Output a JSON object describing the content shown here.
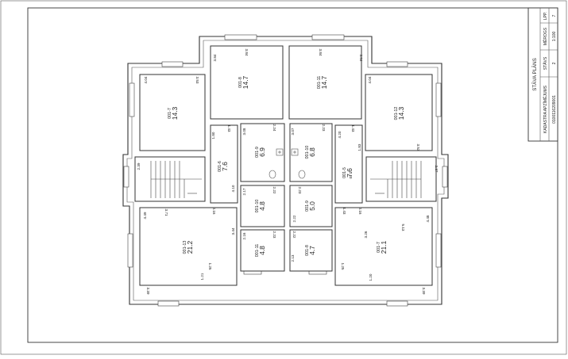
{
  "title_block": {
    "title": "STĀVA PLĀNS",
    "kadastra_label": "KADASTRA APZĪMĒJUMS",
    "stavs_label": "STĀVS",
    "merogs_label": "MĒROGS",
    "lpp_label": "LPP.",
    "kadastra_value": "0100116209001",
    "stavs_value": "2",
    "merogs_value": "1:100",
    "lpp_value": "7"
  },
  "rooms": [
    {
      "id": "001-7",
      "area": "14.3"
    },
    {
      "id": "001-8",
      "area": "14.7"
    },
    {
      "id": "001-11",
      "area": "14.7"
    },
    {
      "id": "001-12",
      "area": "14.3"
    },
    {
      "id": "001-6",
      "area": "7.6"
    },
    {
      "id": "001-9",
      "area": "6.9"
    },
    {
      "id": "001-10",
      "area": "6.8"
    },
    {
      "id": "001-5",
      "area": "7.6"
    },
    {
      "id": "001-10",
      "area": "4.8"
    },
    {
      "id": "001-9",
      "area": "5.0"
    },
    {
      "id": "001-13",
      "area": "21.2"
    },
    {
      "id": "001-11",
      "area": "4.8"
    },
    {
      "id": "001-8",
      "area": "4.7"
    },
    {
      "id": "001-7",
      "area": "21.1"
    }
  ],
  "dims": [
    "4.04",
    "3.53",
    "3.84",
    "3.84",
    "3.84",
    "3.84",
    "4.04",
    "3.53",
    "3.53",
    "3.53",
    "1.43",
    "1.80",
    "3.08",
    "2.24",
    "3.07",
    "2.23",
    "4.20",
    "1.43",
    "1.83",
    "2.39",
    "4.10",
    "2.10",
    "2.37",
    "2.17",
    "2.22",
    "2.23",
    "4.49",
    "3.71",
    "0.16",
    "2.22",
    "1.43",
    "0.16",
    "4.48",
    "3.44",
    "2.16",
    "2.23",
    "2.22",
    "3.26",
    "5.13",
    "1.25",
    "1.21",
    "2.13",
    "1.25",
    "1.20",
    "3.39",
    "3.39"
  ]
}
